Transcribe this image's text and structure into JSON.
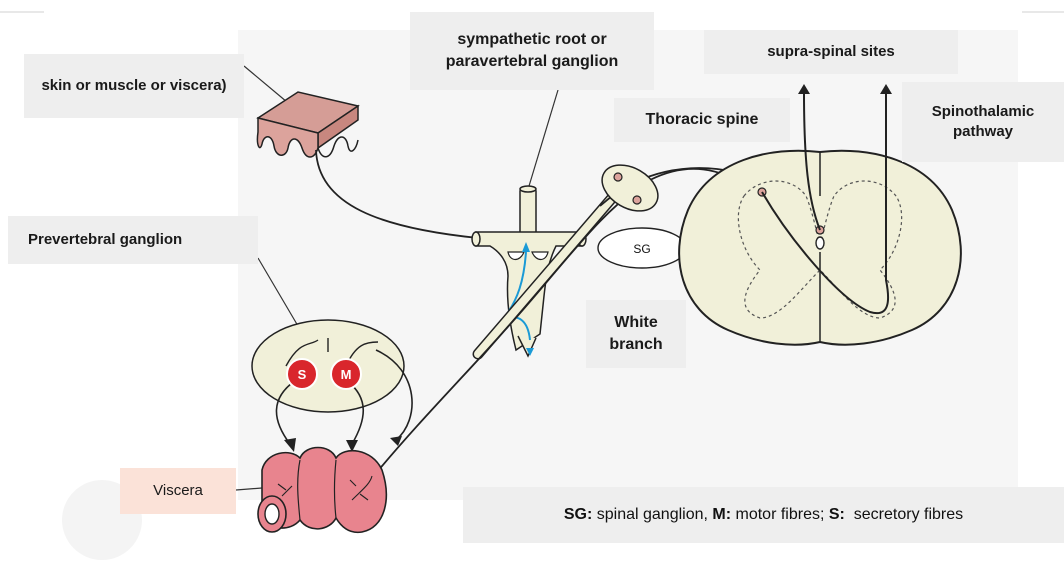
{
  "labels": {
    "skin": "skin or muscle or viscera)",
    "sympathetic": "sympathetic root or paravertebral ganglion",
    "supra": "supra-spinal sites",
    "thoracic": "Thoracic spine",
    "spinothalamic": "Spinothalamic pathway",
    "prevertebral": "Prevertebral ganglion",
    "white_branch": "White branch",
    "viscera": "Viscera",
    "sg_node": "SG",
    "s_node": "S",
    "m_node": "M"
  },
  "legend": {
    "sg_key": "SG:",
    "sg_text": " spinal ganglion, ",
    "m_key": "M:",
    "m_text": " motor fibres; ",
    "s_key": "S:",
    "s_text": "  secretory fibres"
  },
  "colors": {
    "label_bg": "#eeeeee",
    "viscera_label_bg": "#fbe2d8",
    "tissue": "#f1f0d9",
    "skin_fill": "#dca39c",
    "viscera_fill": "#e8848e",
    "node_red": "#d9262c",
    "fiber_blue": "#1a9ad6"
  }
}
